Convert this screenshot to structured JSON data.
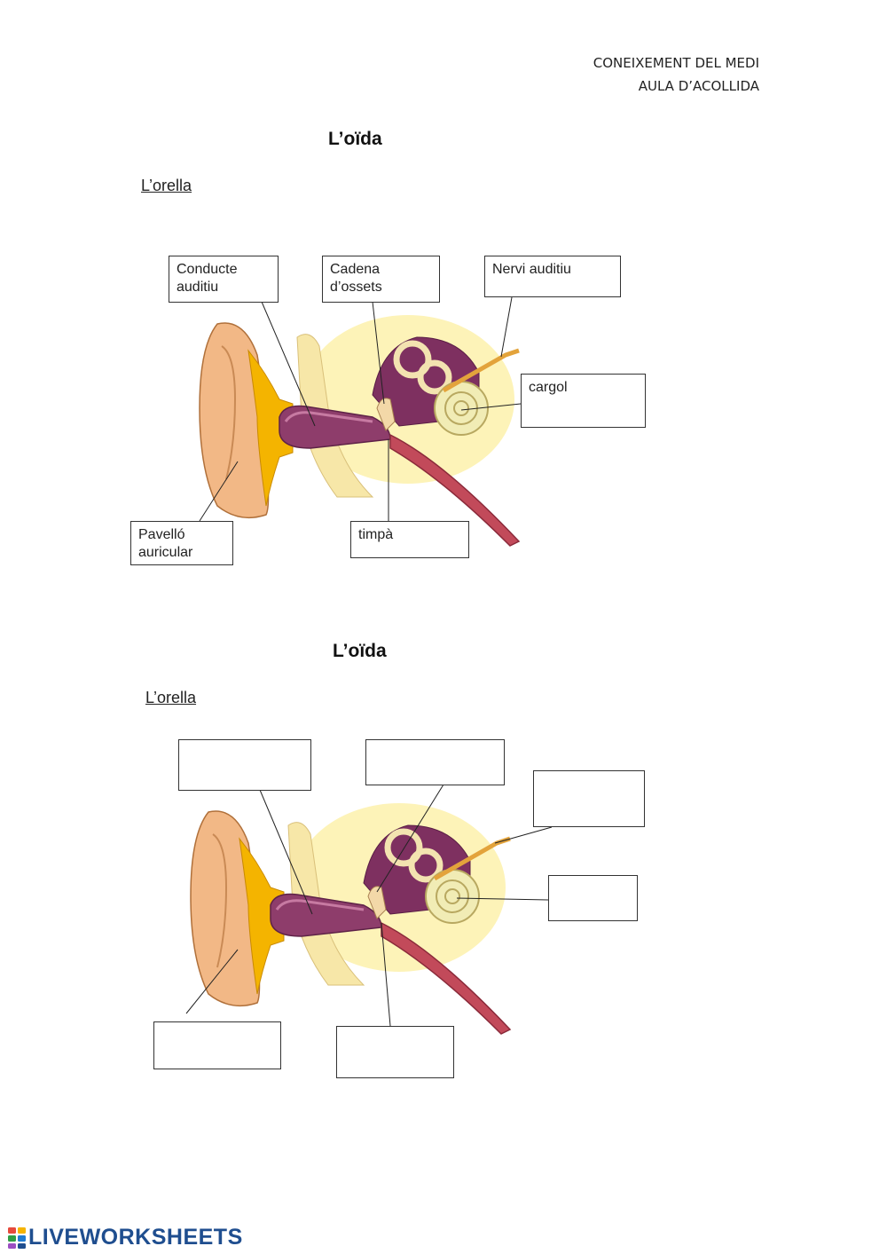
{
  "header": {
    "line1": "CONEIXEMENT DEL MEDI",
    "line2": "AULA D’ACOLLIDA"
  },
  "section1": {
    "title": "L’oïda",
    "subtitle": "L’orella",
    "labels": {
      "conducte_line1": "Conducte",
      "conducte_line2": "auditiu",
      "cadena_line1": "Cadena",
      "cadena_line2": "d’ossets",
      "nervi": "Nervi auditiu",
      "cargol": "cargol",
      "pavello_line1": "Pavelló",
      "pavello_line2": "auricular",
      "timpa": "timpà"
    }
  },
  "section2": {
    "title": "L’oïda",
    "subtitle": "L’orella"
  },
  "footer": {
    "brand": "LIVEWORKSHEETS"
  },
  "colors": {
    "skin": "#f2b886",
    "cartilage_yellow": "#f4b400",
    "canal_purple": "#8e3d6b",
    "inner_ear_bg": "#fdf3b8",
    "brand_blue": "#1f4e8f"
  }
}
